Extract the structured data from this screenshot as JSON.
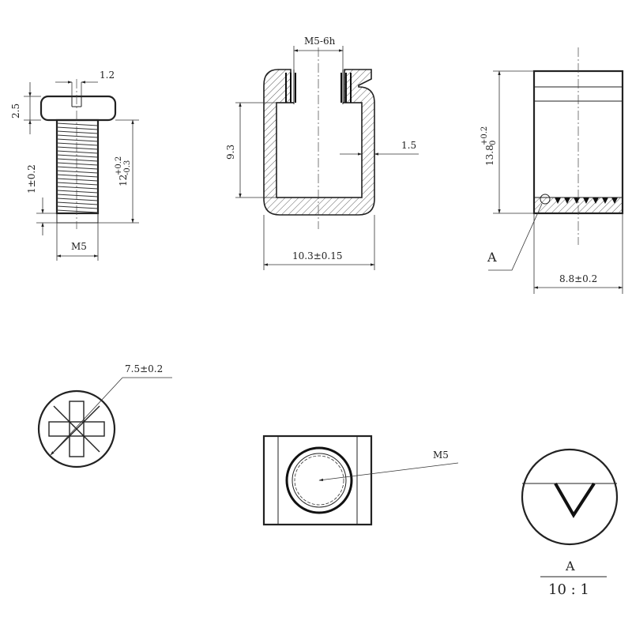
{
  "screw": {
    "head_pitch": "1.2",
    "head_height": "2.5",
    "tip_length": "1±0.2",
    "length_base": "12",
    "length_tol_upper": "+0.2",
    "length_tol_lower": "-0.3",
    "thread": "M5"
  },
  "section": {
    "thread": "M5-6h",
    "inner_height": "9.3",
    "wall": "1.5",
    "width": "10.3±0.15"
  },
  "side": {
    "height_base": "13.8",
    "height_tol_upper": "+0.2",
    "height_tol_lower": "0",
    "depth": "8.8±0.2",
    "detail_ref": "A"
  },
  "screw_head": {
    "diameter": "7.5±0.2"
  },
  "top_view": {
    "thread": "M5"
  },
  "detail": {
    "label": "A",
    "scale": "10 : 1"
  }
}
